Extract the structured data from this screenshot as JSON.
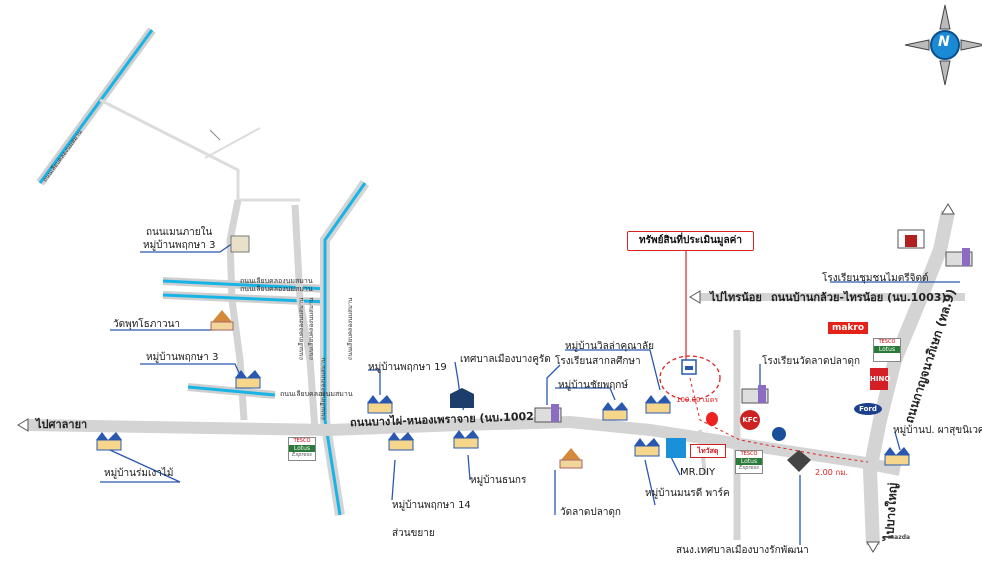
{
  "labels": {
    "bai_sai_yai": "ไปศาลายา",
    "road_bang_phai": "ถนนบางไผ่-หนองเพราจาย (นบ.1002)",
    "pai_sai_noi": "ไปไทรน้อย",
    "road_ban_kluai": "ถนนบ้านกล้วย-ไทรน้อย (นบ.1003)",
    "road_kanchanaphisek": "ถนนกาญจนาภิเษก (ทล.9)",
    "pai_bang_yai": "ไปบางใหญ่",
    "target": "ทรัพย์สินที่ประเมินมูลค่า",
    "mooban_phruksa3_top": "หมู่บ้านพฤกษา 3",
    "thanon_menphai": "ถนนเมนภายใน",
    "wat_phutthobhawana": "วัดพุทโธภาวนา",
    "mooban_phruksa3": "หมู่บ้านพฤกษา 3",
    "mooban_phruksa19": "หมู่บ้านพฤกษา 19",
    "tesaban_bangkrut": "เทศบาลเมืองบางคูรัด",
    "mooban_villa": "หมู่บ้านวิลล่าคุณาลัย",
    "school_sakon": "โรงเรียนสากลศึกษา",
    "mooban_chaiyaphruk": "หมู่บ้านชัยพฤกษ์",
    "school_wat_pla_duk": "โรงเรียนวัดลาดปลาดุก",
    "school_chumchon": "โรงเรียนชุมชนไมตรีจิตต์",
    "mooban_pha_suk": "หมู่บ้านป. ผาสุขนิเวศน์",
    "mooban_romngao": "หมู่บ้านร่มเงาไม้",
    "mooban_phruksa14": "หมู่บ้านพฤกษา 14",
    "mooban_thanakorn": "หมู่บ้านธนกร",
    "suan_kayai": "ส่วนขยาย",
    "wat_lat_pla_duk": "วัดลาดปลาดุก",
    "mooban_monrudee": "หมู่บ้านมนรดี พาร์ค",
    "mr_diy": "MR.DIY",
    "sanong_tesaban": "สนง.เทศบาลเมืองบางรักพัฒนา",
    "dist_target": "100.00 เมตร",
    "dist_2km": "2.00 กม.",
    "canal1": "ถนนเลียบคลองนมสมาน",
    "canal2": "ถนนเลียบคลองนมสมาน",
    "canal3": "ถนนเลียบคลองนมสมาน",
    "canal_left": "ถนนเลียบคลองนมสมาน",
    "road_v1": "ถนนเลียบคลองนมสมาน",
    "road_v2": "ถนนเลียบคลองนมสมาน",
    "road_v3": "ถนนเลียบคลองนมสมาน",
    "road_v4": "ถนนเลียบคลองนมสมาน",
    "compass_n": "N",
    "makro": "makro",
    "ford": "Ford",
    "mazda": "mazda",
    "tesco": "TESCO",
    "lotus": "Lotus",
    "express": "Express",
    "kfc": "KFC",
    "thai_watsadu": "ไทวัสดุ",
    "hino": "HINO"
  },
  "colors": {
    "road": "#cfcfcf",
    "canal": "#19b4e6",
    "canal_dark": "#0a6fae",
    "leader": "#2a58b0",
    "accent": "#e32219"
  }
}
